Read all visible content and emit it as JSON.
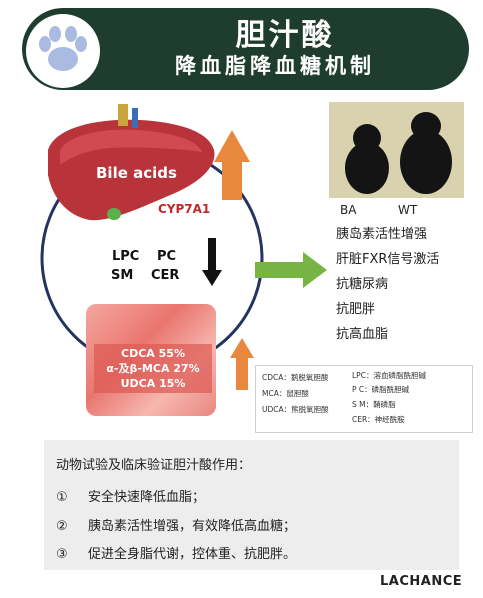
{
  "header": {
    "title": "胆汁酸",
    "subtitle": "降血脂降血糖机制"
  },
  "diagram": {
    "liver_label": "Bile acids",
    "enzyme_label": "CYP7A1",
    "lipids": {
      "lpc": "LPC",
      "pc": "PC",
      "sm": "SM",
      "cer": "CER"
    },
    "intestine_acids": [
      "CDCA 55%",
      "α-及β-MCA 27%",
      "UDCA 15%"
    ],
    "colors": {
      "cycle": "#23355f",
      "orange_arrow": "#e8883e",
      "green_arrow": "#77b443",
      "black_arrow": "#111111"
    }
  },
  "mice": {
    "label_ba": "BA",
    "label_wt": "WT",
    "effects": [
      "胰岛素活性增强",
      "肝脏FXR信号激活",
      "抗糖尿病",
      "抗肥胖",
      "抗高血脂"
    ]
  },
  "legend": {
    "left": [
      "CDCA：鹅脱氧胆酸",
      "MCA：鼠胆酸",
      "UDCA：熊脱氧胆酸"
    ],
    "right": [
      "LPC：溶血磷脂酰胆碱",
      "P C：磷脂酰胆碱",
      "S M：鞘磷脂",
      "CER：神经酰胺"
    ]
  },
  "summary": {
    "title": "动物试验及临床验证胆汁酸作用：",
    "points": [
      {
        "num": "①",
        "text": "安全快速降低血脂；"
      },
      {
        "num": "②",
        "text": "胰岛素活性增强，有效降低高血糖；"
      },
      {
        "num": "③",
        "text": "促进全身脂代谢，控体重、抗肥胖。"
      }
    ]
  },
  "brand": "LACHANCE"
}
